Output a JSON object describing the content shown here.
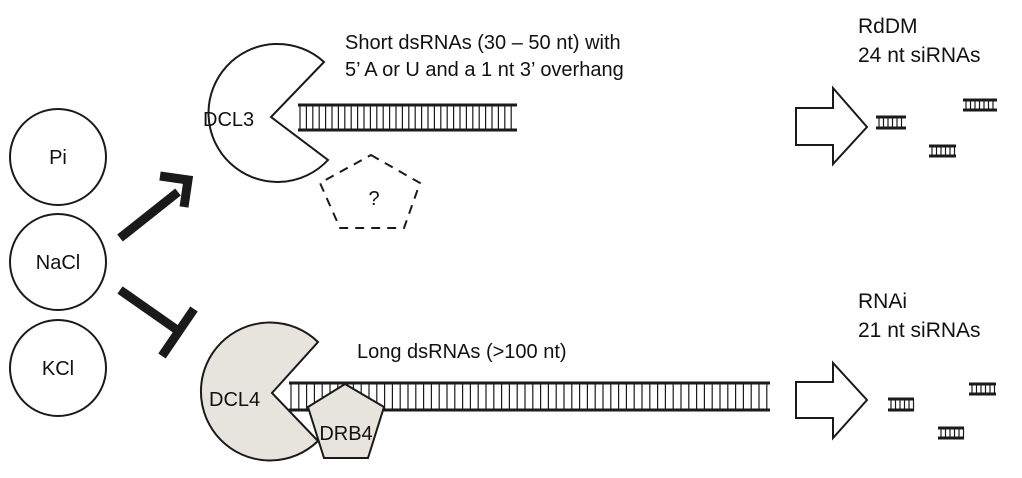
{
  "ions": [
    "Pi",
    "NaCl",
    "KCl"
  ],
  "dcl3": {
    "label": "DCL3",
    "unknown_partner": "?",
    "substrate_text_line1": "Short dsRNAs (30 – 50 nt) with",
    "substrate_text_line2": "5’ A or U and a 1 nt 3’ overhang",
    "pathway": "RdDM",
    "product": "24 nt siRNAs"
  },
  "dcl4": {
    "label": "DCL4",
    "partner": "DRB4",
    "substrate_text": "Long dsRNAs (>100 nt)",
    "pathway": "RNAi",
    "product": "21 nt siRNAs"
  },
  "colors": {
    "line": "#1a1a1a",
    "dcl4_fill": "#e6e4dc",
    "background": "#ffffff"
  }
}
